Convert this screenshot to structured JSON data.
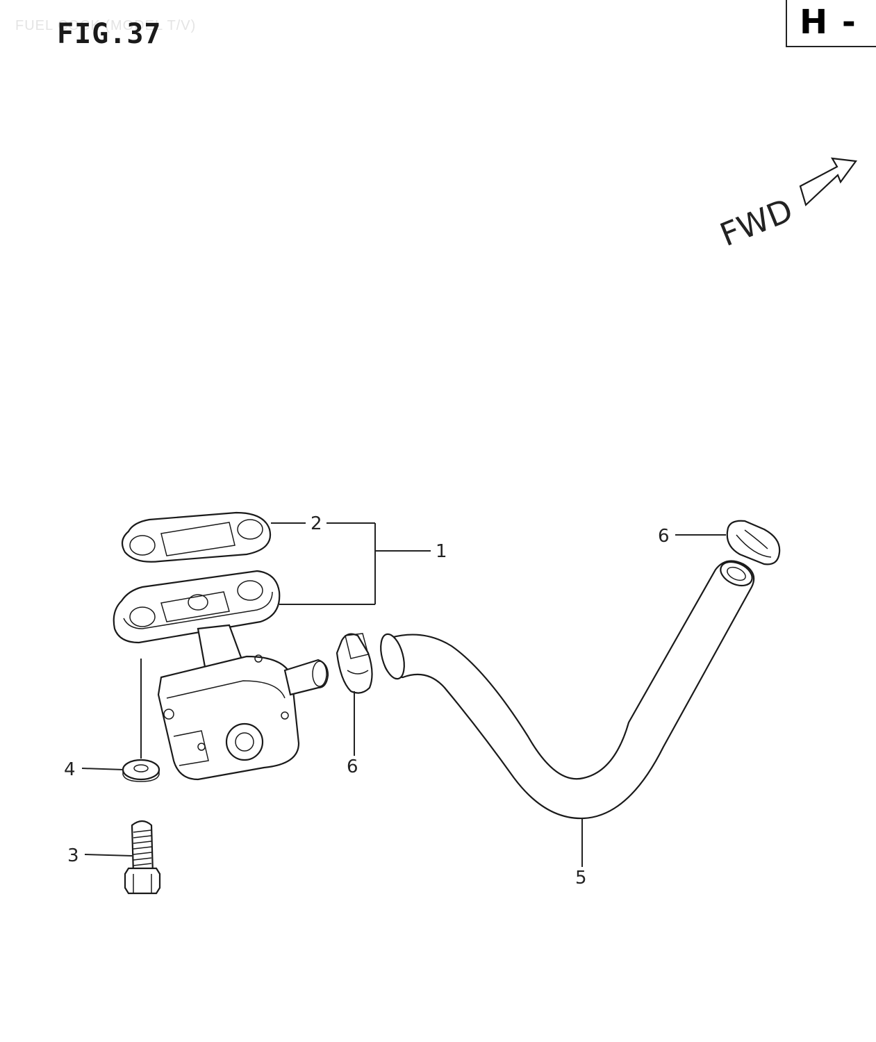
{
  "header": {
    "ghost_text": "FUEL COCK (MODEL T/V)",
    "figure_title": "FIG.37",
    "section_label": "H -"
  },
  "direction": {
    "label": "FWD"
  },
  "callouts": [
    {
      "id": "2",
      "label": "2"
    },
    {
      "id": "1",
      "label": "1"
    },
    {
      "id": "6a",
      "label": "6"
    },
    {
      "id": "6b",
      "label": "6"
    },
    {
      "id": "4",
      "label": "4"
    },
    {
      "id": "3",
      "label": "3"
    },
    {
      "id": "5",
      "label": "5"
    }
  ]
}
